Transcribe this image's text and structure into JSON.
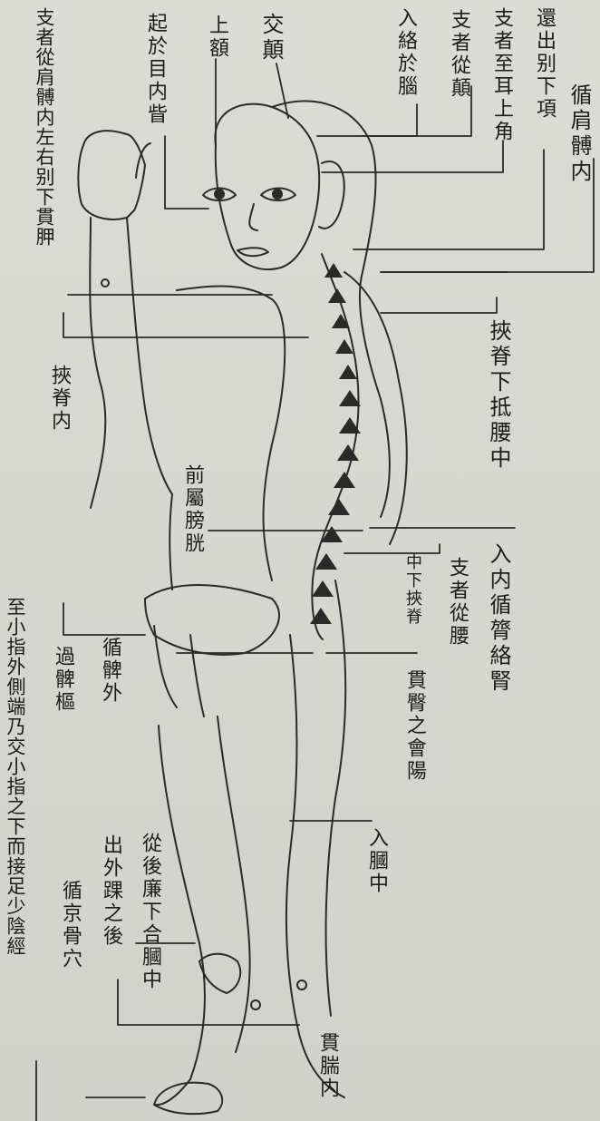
{
  "labels": {
    "xun_jian_bo_nei": "循肩髆内",
    "huan_chu_bie_xia_xiang": "還出别下項",
    "zhi_zhe_zhi_er_shang_jiao": "支者至耳上角",
    "zhi_zhe_cong_dian": "支者從顛",
    "ru_luo_yu_nao": "入絡於腦",
    "jiao_dian": "交顛",
    "shang_e": "上額",
    "qi_yu_mu_nei_zi": "起於目内眥",
    "zhi_zhe_cong_jian_bo": "支者從肩髆内左右别下貫胛",
    "jia_ji_nei": "挾脊内",
    "jia_ji_xia_di_yao_zhong": "挾脊下抵腰中",
    "qian_shu_pang_guang": "前屬膀胱",
    "ru_nei_xun_lu_luo_shen": "入内循膂絡腎",
    "zhi_zhe_cong_yao": "支者從腰",
    "zhong_xia_jia_ji": "中下挾脊",
    "guan_tun_zhi_hui_yang": "貫臀之會陽",
    "xun_bi_wai": "循髀外",
    "guo_bi_shu": "過髀樞",
    "zhi_xiao_zhi": "至小指外側端乃交小指之下而接足少陰經",
    "ru_guo_zhong": "入膕中",
    "cong_hou_lian": "從後廉下合膕中",
    "chu_wai_huai": "出外踝之後",
    "xun_jing_gu": "循京骨穴",
    "guan_chuan_nei": "貫腨内"
  }
}
